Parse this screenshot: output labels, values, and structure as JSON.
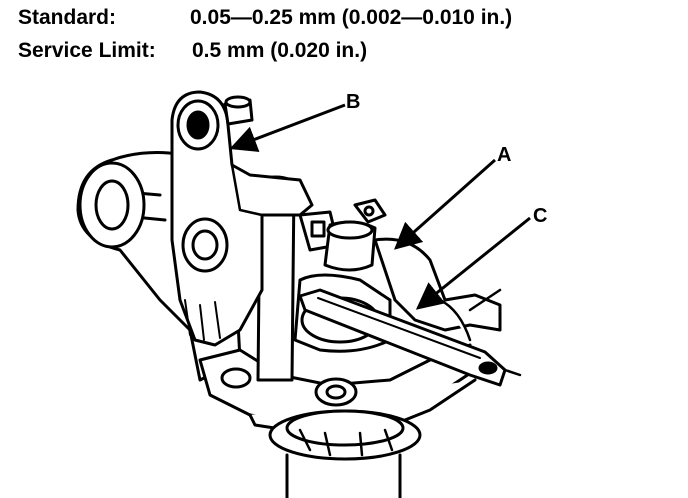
{
  "specs": {
    "standard_label": "Standard:",
    "standard_value": "0.05—0.25 mm (0.002—0.010 in.)",
    "service_limit_label": "Service Limit:",
    "service_limit_value": "0.5 mm (0.020 in.)"
  },
  "callouts": {
    "a": "A",
    "b": "B",
    "c": "C"
  },
  "colors": {
    "ink": "#000000",
    "paper": "#ffffff"
  }
}
